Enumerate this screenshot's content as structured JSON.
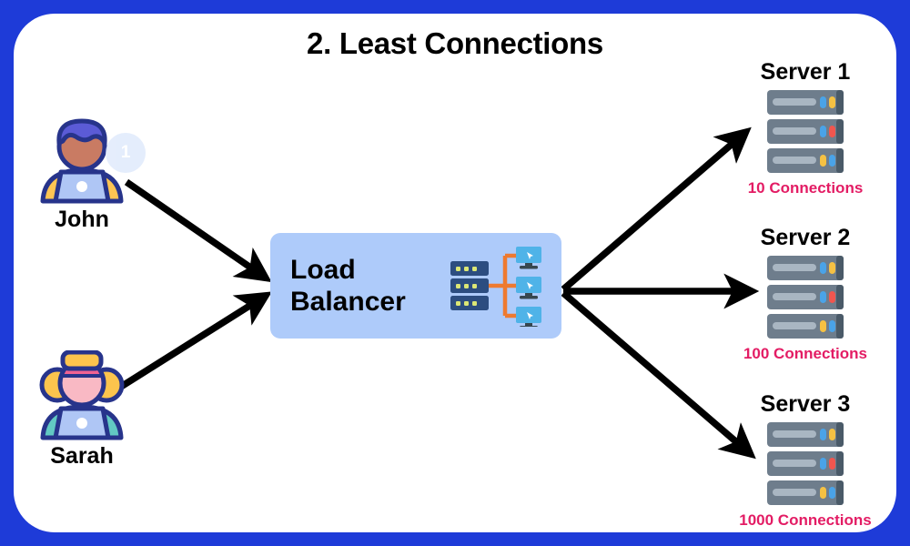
{
  "page": {
    "title": "2. Least Connections",
    "border_color": "#1E3BD8",
    "panel_bg": "#ffffff"
  },
  "actors": [
    {
      "name": "John",
      "icon": "person-laptop-icon",
      "badge": "1",
      "hair_color": "#5B5BD6",
      "face_color": "#C97B63",
      "shoulder_color": "#FDC453",
      "laptop_color": "#AFC6F5"
    },
    {
      "name": "Sarah",
      "icon": "person-laptop-icon",
      "badge": null,
      "hair_color": "#FCC44D",
      "face_color": "#F9B9C4",
      "shoulder_color": "#62C9C3",
      "laptop_color": "#AFC6F5"
    }
  ],
  "load_balancer": {
    "label": "Load\nBalancer",
    "icon": "load-balancer-network-icon",
    "bg_color": "#AECBFA",
    "rack_color": "#2C4D80",
    "link_color": "#EE7A30",
    "monitor_color": "#4FB3E8"
  },
  "servers": [
    {
      "title": "Server 1",
      "connections": "10 Connections",
      "icon": "server-rack-icon"
    },
    {
      "title": "Server 2",
      "connections": "100 Connections",
      "icon": "server-rack-icon"
    },
    {
      "title": "Server 3",
      "connections": "1000 Connections",
      "icon": "server-rack-icon"
    }
  ],
  "colors": {
    "connections_text": "#E31C64",
    "arrow": "#000000",
    "server_body": "#6E7D8C",
    "server_shadow": "#4A5A68",
    "server_bar": "#A9B6C2",
    "led_blue": "#4AA3E8",
    "led_yellow": "#F5C143",
    "led_red": "#F1564F"
  },
  "arrows": [
    {
      "name": "john-to-load-balancer",
      "from": "John",
      "to": "Load Balancer"
    },
    {
      "name": "sarah-to-load-balancer",
      "from": "Sarah",
      "to": "Load Balancer"
    },
    {
      "name": "load-balancer-to-server-1",
      "from": "Load Balancer",
      "to": "Server 1"
    },
    {
      "name": "load-balancer-to-server-2",
      "from": "Load Balancer",
      "to": "Server 2"
    },
    {
      "name": "load-balancer-to-server-3",
      "from": "Load Balancer",
      "to": "Server 3"
    }
  ]
}
